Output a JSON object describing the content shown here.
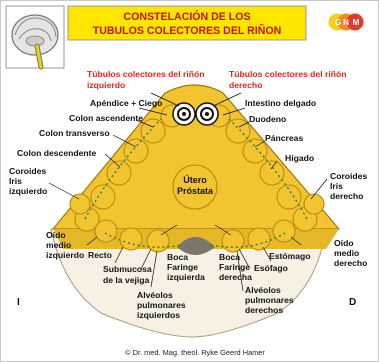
{
  "header": {
    "title_line1": "CONSTELACIÓN DE LOS",
    "title_line2": "TUBULOS COLECTORES DEL RIÑON",
    "logo_letters": [
      "G",
      "N",
      "M"
    ],
    "logo_colors": [
      "#f7d117",
      "#f08a24",
      "#e03a2a"
    ]
  },
  "tubules": {
    "left": "Túbulos colectores del riñón izquierdo",
    "left_lines": [
      "Túbulos colectores del riñón",
      "izquierdo"
    ],
    "right": "Túbulos colectores del riñón derecho",
    "right_lines": [
      "Túbulos colectores del riñón",
      "derecho"
    ]
  },
  "center_label": {
    "line1": "Útero",
    "line2": "Próstata"
  },
  "left_labels": {
    "appendix": "Apéndice + Ciego",
    "ascending": "Colon ascendente",
    "transverse": "Colon transverso",
    "descending": "Colon descendente",
    "choroid_left_lines": [
      "Coroides",
      "Iris",
      "izquierdo"
    ],
    "middle_ear_left_lines": [
      "Oído",
      "medio",
      "izquierdo"
    ],
    "rectum": "Recto",
    "bladder_lines": [
      "Submucosa",
      "de la vejiga"
    ],
    "alveoli_left_lines": [
      "Alvéolos",
      "pulmonares",
      "izquierdos"
    ],
    "mouth_left_lines": [
      "Boca",
      "Faringe",
      "izquierda"
    ]
  },
  "right_labels": {
    "small_intestine": "Intestino delgado",
    "duodenum": "Duodeno",
    "pancreas": "Páncreas",
    "liver": "Hígado",
    "choroid_right_lines": [
      "Coroides",
      "Iris",
      "derecho"
    ],
    "middle_ear_right_lines": [
      "Oído",
      "medio",
      "derecho"
    ],
    "stomach": "Estómago",
    "esophagus": "Esófago",
    "alveoli_right_lines": [
      "Alvéolos",
      "pulmonares",
      "derechos"
    ],
    "mouth_right_lines": [
      "Boca",
      "Faringe",
      "derecha"
    ]
  },
  "sides": {
    "left": "I",
    "right": "D"
  },
  "copyright": "© Dr. med. Mag. theol. Ryke Geerd Hamer",
  "colors": {
    "fill": "#f2c530",
    "fill_dark": "#c89412",
    "circle_stroke": "#b98a10",
    "title_box": "#ffe600",
    "title_text": "#c0140c",
    "red_text": "#e1261c",
    "base": "#f7f1e4"
  }
}
